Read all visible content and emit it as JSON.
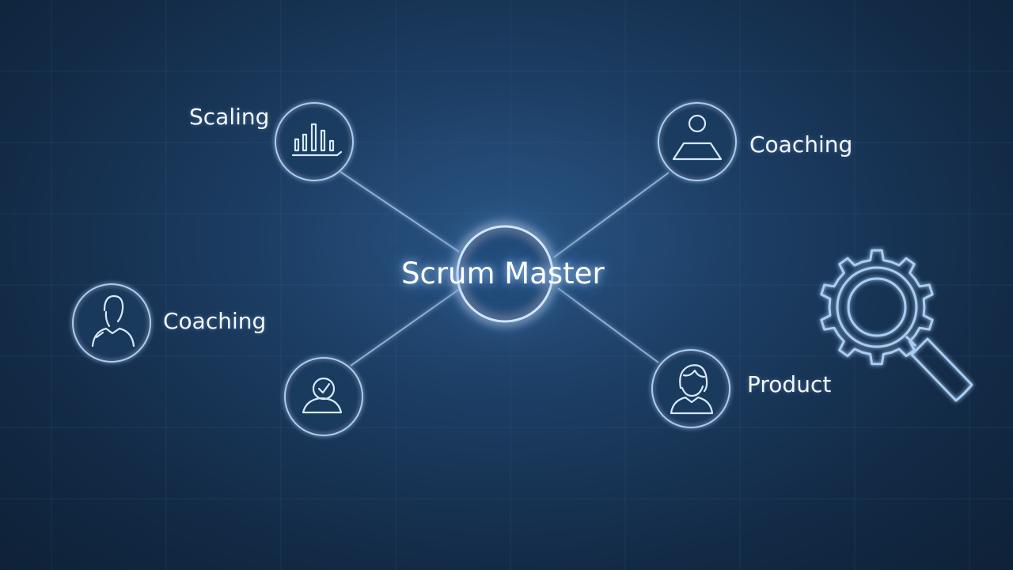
{
  "center": {
    "label": "Scrum Master"
  },
  "nodes": [
    {
      "id": "scaling",
      "label": "Scaling",
      "icon": "bar-chart-icon"
    },
    {
      "id": "coaching_right",
      "label": "Coaching",
      "icon": "presenter-icon"
    },
    {
      "id": "coaching_left",
      "label": "Coaching",
      "icon": "person-icon"
    },
    {
      "id": "unlabeled",
      "label": "",
      "icon": "person-check-icon"
    },
    {
      "id": "product",
      "label": "Product",
      "icon": "woman-icon"
    }
  ],
  "decor": {
    "icon": "gear-magnifier-icon"
  },
  "colors": {
    "background": "#1c3d63",
    "line": "#a9c8ec",
    "glow": "#8ec4ff"
  }
}
